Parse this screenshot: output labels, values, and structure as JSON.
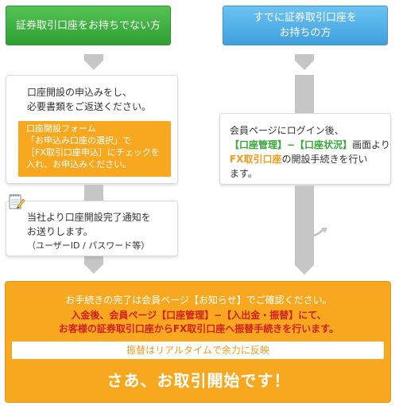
{
  "left_column": {
    "header": [
      "証券取引口座をお持ちでない方"
    ],
    "step1": {
      "lines": [
        "口座開設の申込みをし、",
        "必要書類をご返送ください。"
      ],
      "note_lines": [
        "口座開設フォーム",
        "「お申込み口座の選択」で",
        "［FX取引口座申込］にチェックを",
        "入れ、お申込みください。"
      ]
    },
    "step2": {
      "lines": [
        "当社より口座開設完了通知を",
        "お送りします。"
      ],
      "sub": "（ユーザーID / パスワード等）"
    }
  },
  "right_column": {
    "header": [
      "すでに証券取引口座を",
      "お持ちの方"
    ],
    "step1": {
      "line1": "会員ページにログイン後、",
      "line2_green": "【口座管理】−【口座状況】",
      "line2_rest": "画面より",
      "line3_orange": "FX取引口座",
      "line3_rest": "の開設手続きを行い",
      "line4": "ます。"
    }
  },
  "final": {
    "line1": "お手続きの完了は会員ページ【お知らせ】でご確認ください。",
    "red_lines": [
      "入金後、会員ページ【口座管理】−【入出金・振替】にて、",
      "お客様の証券取引口座からFX取引口座へ振替手続きを行います。"
    ],
    "bar_text": "振替はリアルタイムで余力に反映",
    "big_text": "さあ、お取引開始です！"
  },
  "colors": {
    "green": "#38a83a",
    "blue": "#49a9e6",
    "orange": "#f7a81f",
    "red": "#d31f1f",
    "arrow_gray": "#c6c6c6"
  }
}
